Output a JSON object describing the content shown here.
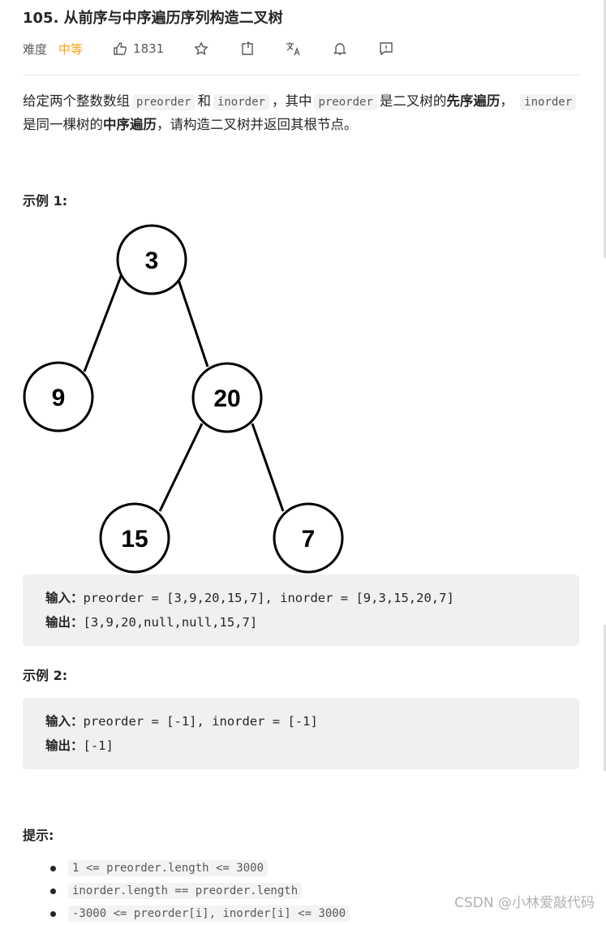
{
  "title": "105. 从前序与中序遍历序列构造二叉树",
  "meta": {
    "difficulty_label": "难度",
    "difficulty": "中等",
    "likes": "1831",
    "icons": [
      "thumbs-up-icon",
      "star-icon",
      "share-icon",
      "translate-icon",
      "bell-icon",
      "feedback-icon"
    ]
  },
  "desc": {
    "p1": "给定两个整数数组",
    "c1": "preorder",
    "p2": "和",
    "c2": "inorder",
    "p3": "，其中",
    "c3": "preorder",
    "p4": "是二叉树的",
    "b1": "先序遍历",
    "p5": "，",
    "c4": "inorder",
    "p6": "是同一棵树的",
    "b2": "中序遍历",
    "p7": "，请构造二叉树并返回其根节点。"
  },
  "example1": {
    "heading": "示例 1:",
    "tree": {
      "nodes": [
        "3",
        "9",
        "20",
        "15",
        "7"
      ]
    },
    "input_label": "输入：",
    "input": "preorder = [3,9,20,15,7], inorder = [9,3,15,20,7]",
    "output_label": "输出：",
    "output": "[3,9,20,null,null,15,7]"
  },
  "example2": {
    "heading": "示例 2:",
    "input_label": "输入：",
    "input": "preorder = [-1], inorder = [-1]",
    "output_label": "输出：",
    "output": "[-1]"
  },
  "hints": {
    "heading": "提示:",
    "items": [
      "1 <= preorder.length <= 3000",
      "inorder.length == preorder.length",
      "-3000 <= preorder[i], inorder[i] <= 3000"
    ]
  },
  "watermark": "CSDN @小林爱敲代码",
  "colors": {
    "difficulty": "#ffa116",
    "code_bg": "#f0f0f0"
  }
}
